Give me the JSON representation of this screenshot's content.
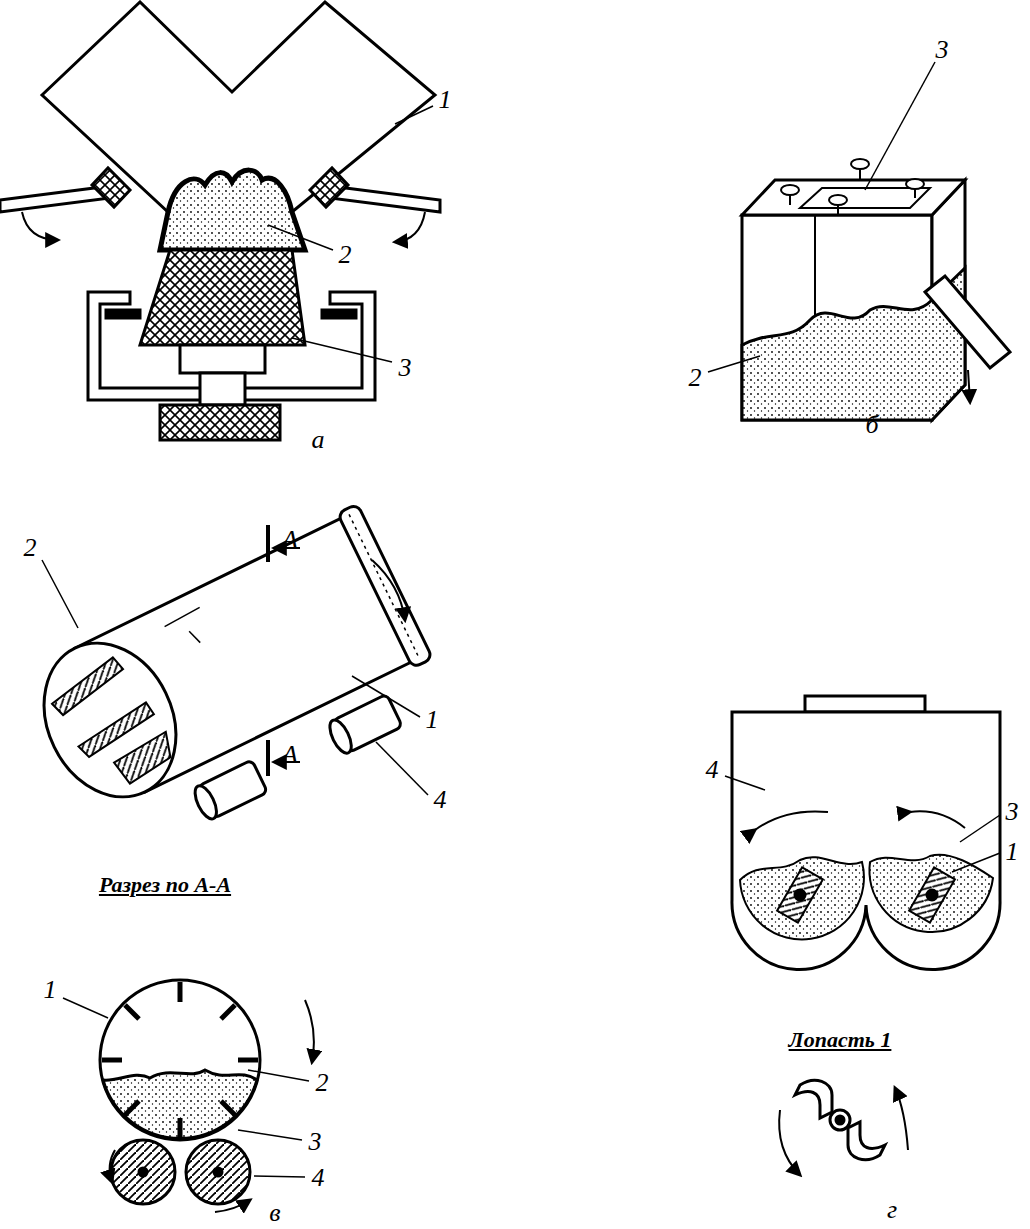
{
  "diagram": {
    "labels": [
      "1",
      "2",
      "3",
      "а",
      "3",
      "2",
      "б",
      "А",
      "2",
      "1",
      "4",
      "А",
      "Разрез по А-А",
      "1",
      "2",
      "3",
      "4",
      "в",
      "4",
      "3",
      "1",
      "Лопасть 1",
      "г"
    ]
  }
}
